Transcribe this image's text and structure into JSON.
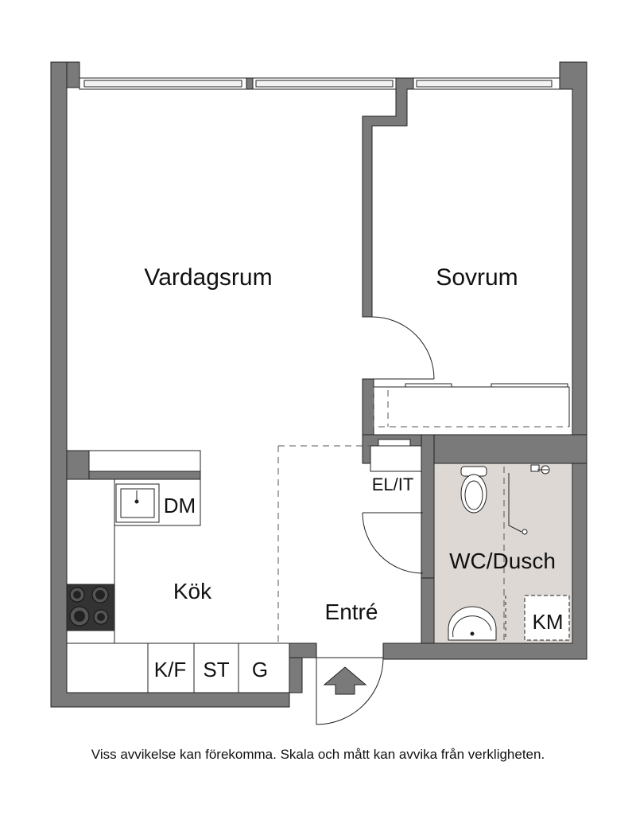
{
  "colors": {
    "wall": "#7a7a7a",
    "wall_stroke": "#222222",
    "wet_room": "#ddd8d4",
    "line": "#222222",
    "dashed": "#555555",
    "floor": "#ffffff"
  },
  "rooms": {
    "living": "Vardagsrum",
    "bedroom": "Sovrum",
    "kitchen": "Kök",
    "entrance": "Entré",
    "bathroom": "WC/Dusch"
  },
  "fixtures": {
    "dishwasher": "DM",
    "fridge_freezer": "K/F",
    "storage": "ST",
    "wardrobe": "G",
    "electrical": "EL/IT",
    "washer": "KM"
  },
  "icons": {
    "entrance_arrow": "entrance-arrow-icon",
    "sink": "kitchen-sink-icon",
    "stove": "stove-icon",
    "toilet": "toilet-icon",
    "washbasin": "washbasin-icon",
    "shower": "shower-icon"
  },
  "disclaimer": "Viss avvikelse kan förekomma. Skala och mått kan avvika från verkligheten."
}
